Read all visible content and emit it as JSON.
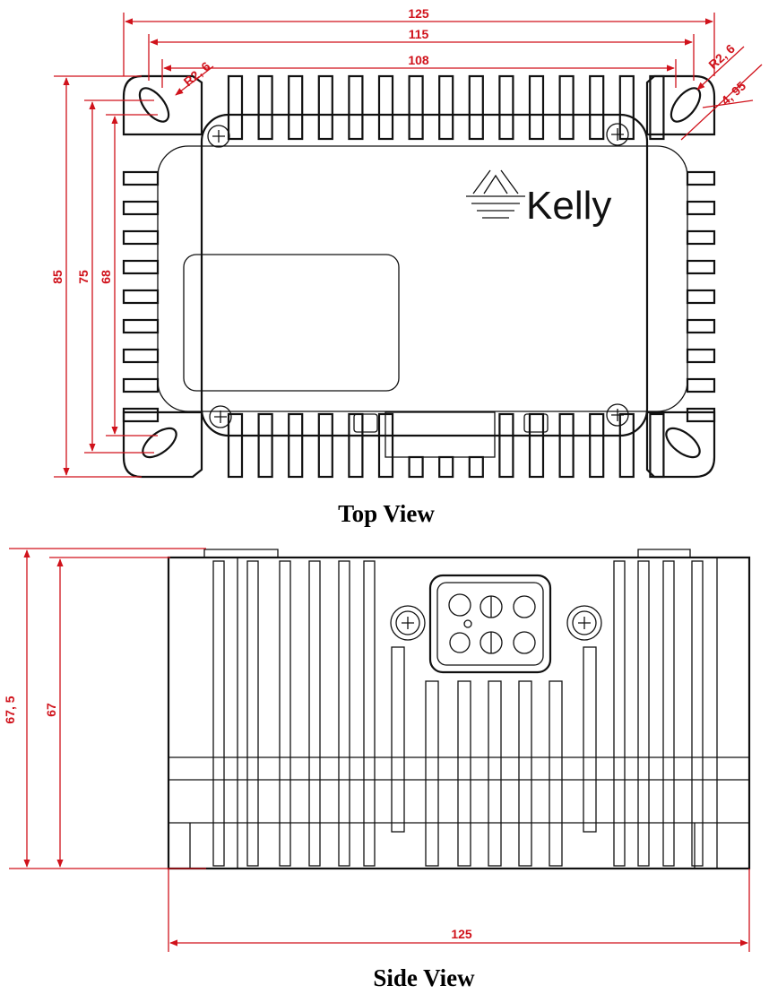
{
  "top_view": {
    "caption": "Top View",
    "dims": {
      "width_overall": "125",
      "width_mid": "115",
      "width_inner": "108",
      "radius_left": "R2, 6",
      "radius_right": "R2, 6",
      "offset_right": "4, 95",
      "height_85": "85",
      "height_75": "75",
      "height_68": "68"
    },
    "brand_text": "Kelly"
  },
  "side_view": {
    "caption": "Side View",
    "dims": {
      "height_675": "67, 5",
      "height_67": "67",
      "width_125": "125"
    }
  },
  "colors": {
    "dimension": "#d0121b",
    "outline": "#111111"
  }
}
